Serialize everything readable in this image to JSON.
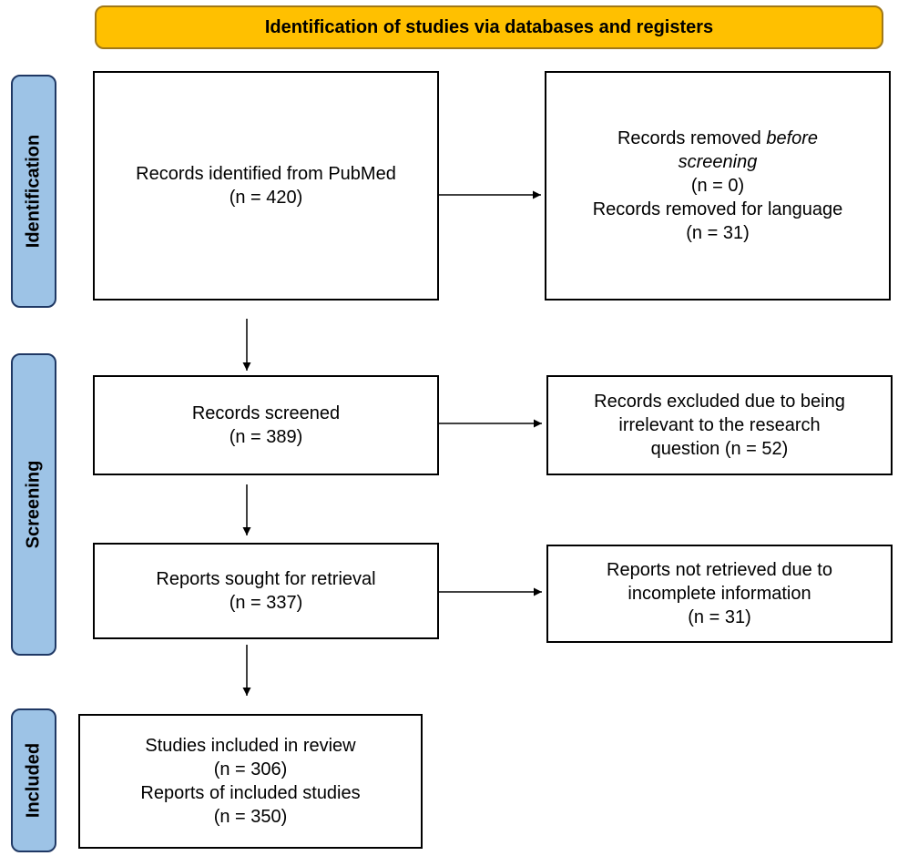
{
  "header": {
    "title": "Identification of studies via databases and registers"
  },
  "phases": {
    "identification": "Identification",
    "screening": "Screening",
    "included": "Included"
  },
  "boxes": {
    "identified": {
      "line1": "Records identified from PubMed",
      "line2": "(n = 420)"
    },
    "removed": {
      "line1_prefix": "Records removed ",
      "line1_emphasis": "before",
      "line2_emphasis": "screening",
      "line3": "(n = 0)",
      "line4": "Records removed for language",
      "line5": "(n = 31)"
    },
    "screened": {
      "line1": "Records screened",
      "line2": "(n = 389)"
    },
    "excluded": {
      "line1": "Records excluded due to being",
      "line2": "irrelevant to the research",
      "line3": "question (n = 52)"
    },
    "sought": {
      "line1": "Reports sought for retrieval",
      "line2": "(n = 337)"
    },
    "not_retrieved": {
      "line1": "Reports not retrieved due to",
      "line2": "incomplete information",
      "line3": "(n = 31)"
    },
    "included": {
      "line1": "Studies included in review",
      "line2": "(n = 306)",
      "line3": "Reports of included studies",
      "line4": "(n = 350)"
    }
  },
  "colors": {
    "header_fill": "#ffc000",
    "phase_fill": "#9dc3e6",
    "phase_border": "#1f3864"
  }
}
